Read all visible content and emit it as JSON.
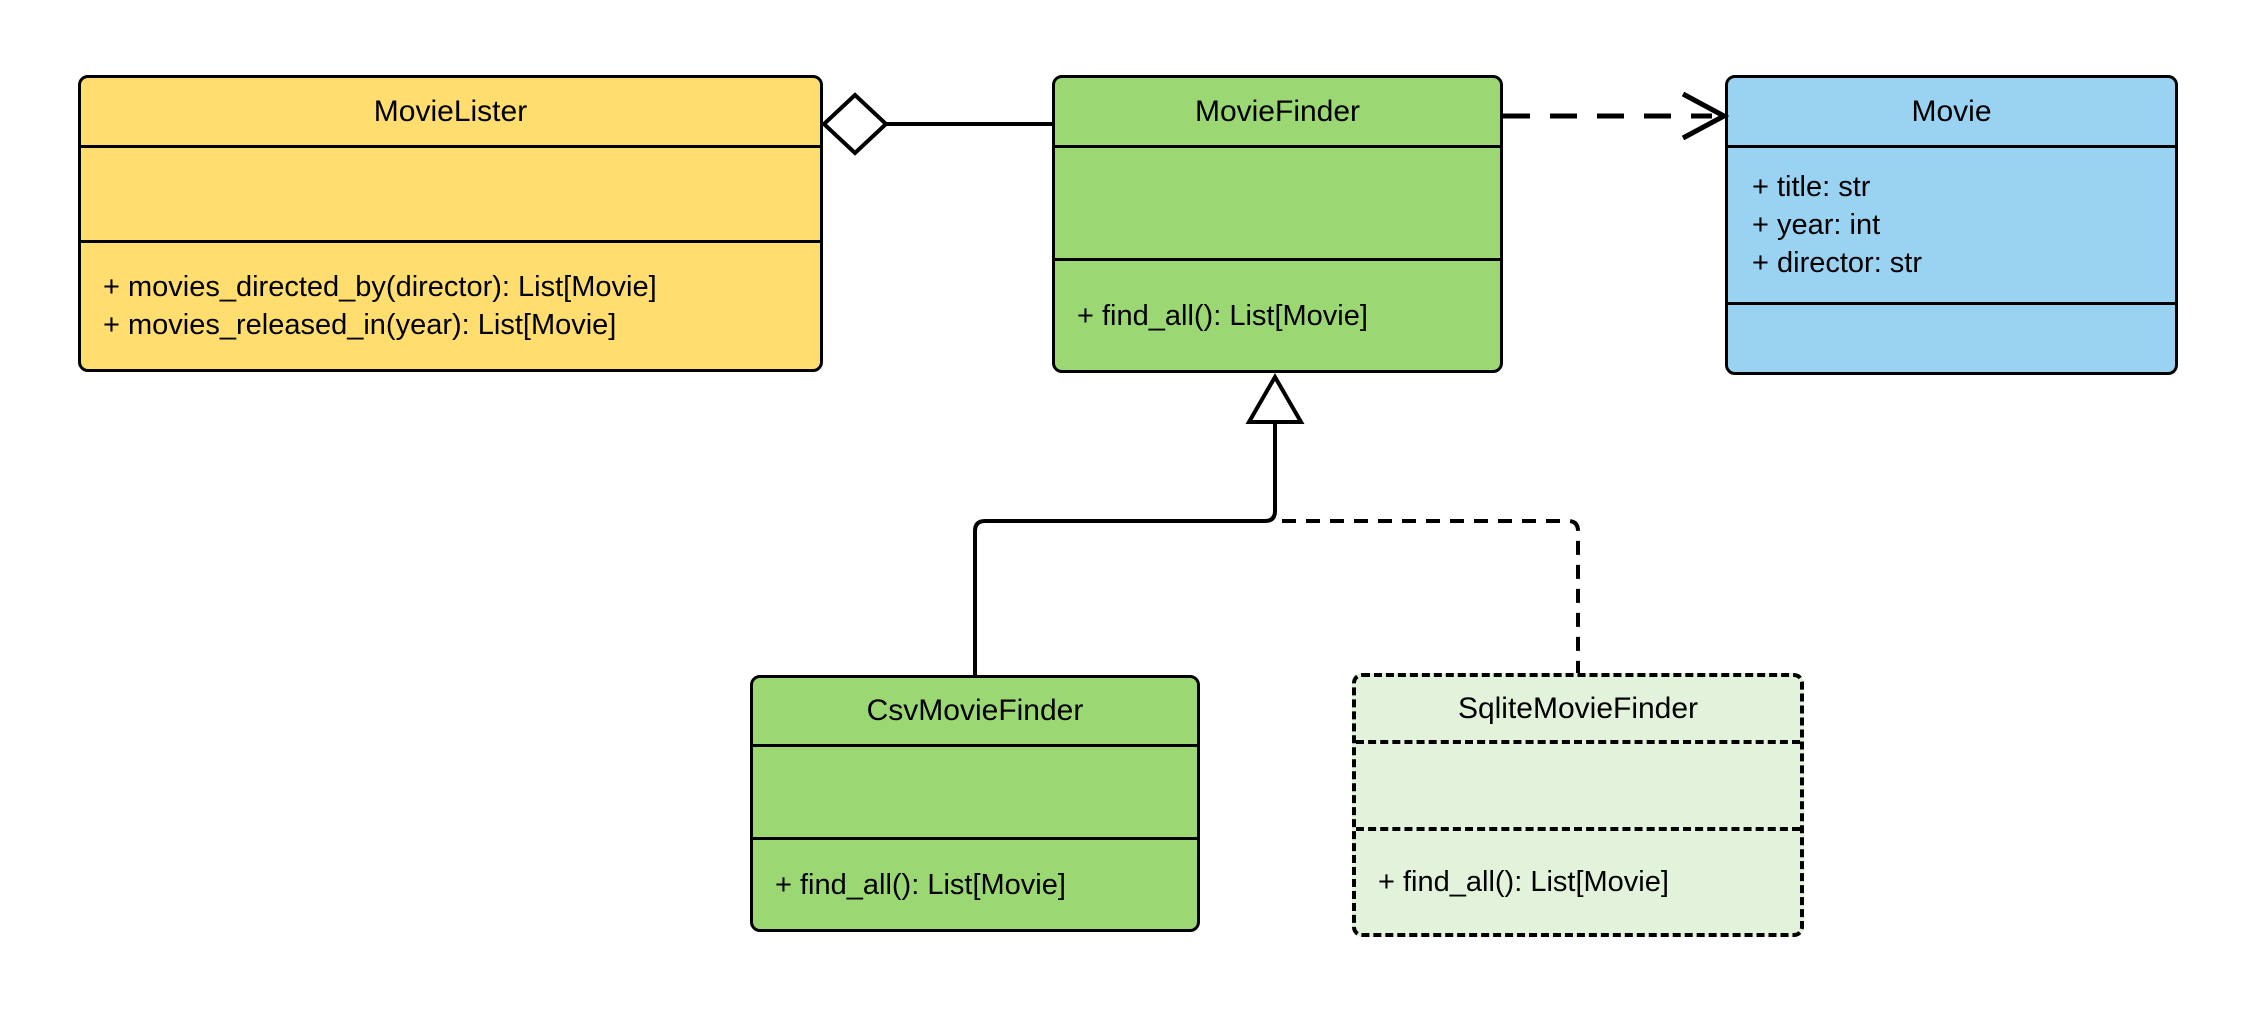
{
  "diagram": {
    "type": "uml-class-diagram",
    "background": "#ffffff",
    "stroke_color": "#000000"
  },
  "classes": [
    {
      "name": "MovieLister",
      "fill": "#FFDD6E",
      "attributes": [],
      "methods": [
        "+ movies_directed_by(director): List[Movie]",
        "+ movies_released_in(year): List[Movie]"
      ]
    },
    {
      "name": "MovieFinder",
      "fill": "#9BD773",
      "attributes": [],
      "methods": [
        "+ find_all(): List[Movie]"
      ]
    },
    {
      "name": "Movie",
      "fill": "#9AD2F2",
      "attributes": [
        "+ title: str",
        "+ year: int",
        "+ director: str"
      ],
      "methods": []
    },
    {
      "name": "CsvMovieFinder",
      "fill": "#9BD773",
      "attributes": [],
      "methods": [
        "+ find_all(): List[Movie]"
      ]
    },
    {
      "name": "SqliteMovieFinder",
      "fill": "#E3F2DB",
      "border_style": "dashed",
      "attributes": [],
      "methods": [
        "+ find_all(): List[Movie]"
      ]
    }
  ],
  "relationships": [
    {
      "type": "aggregation",
      "owner": "MovieLister",
      "part": "MovieFinder",
      "line": "solid",
      "marker": "hollow-diamond"
    },
    {
      "type": "dependency",
      "from": "MovieFinder",
      "to": "Movie",
      "line": "dashed",
      "marker": "open-arrow"
    },
    {
      "type": "inheritance",
      "child": "CsvMovieFinder",
      "parent": "MovieFinder",
      "line": "solid",
      "marker": "hollow-triangle"
    },
    {
      "type": "inheritance",
      "child": "SqliteMovieFinder",
      "parent": "MovieFinder",
      "line": "dashed",
      "marker": "hollow-triangle"
    }
  ]
}
